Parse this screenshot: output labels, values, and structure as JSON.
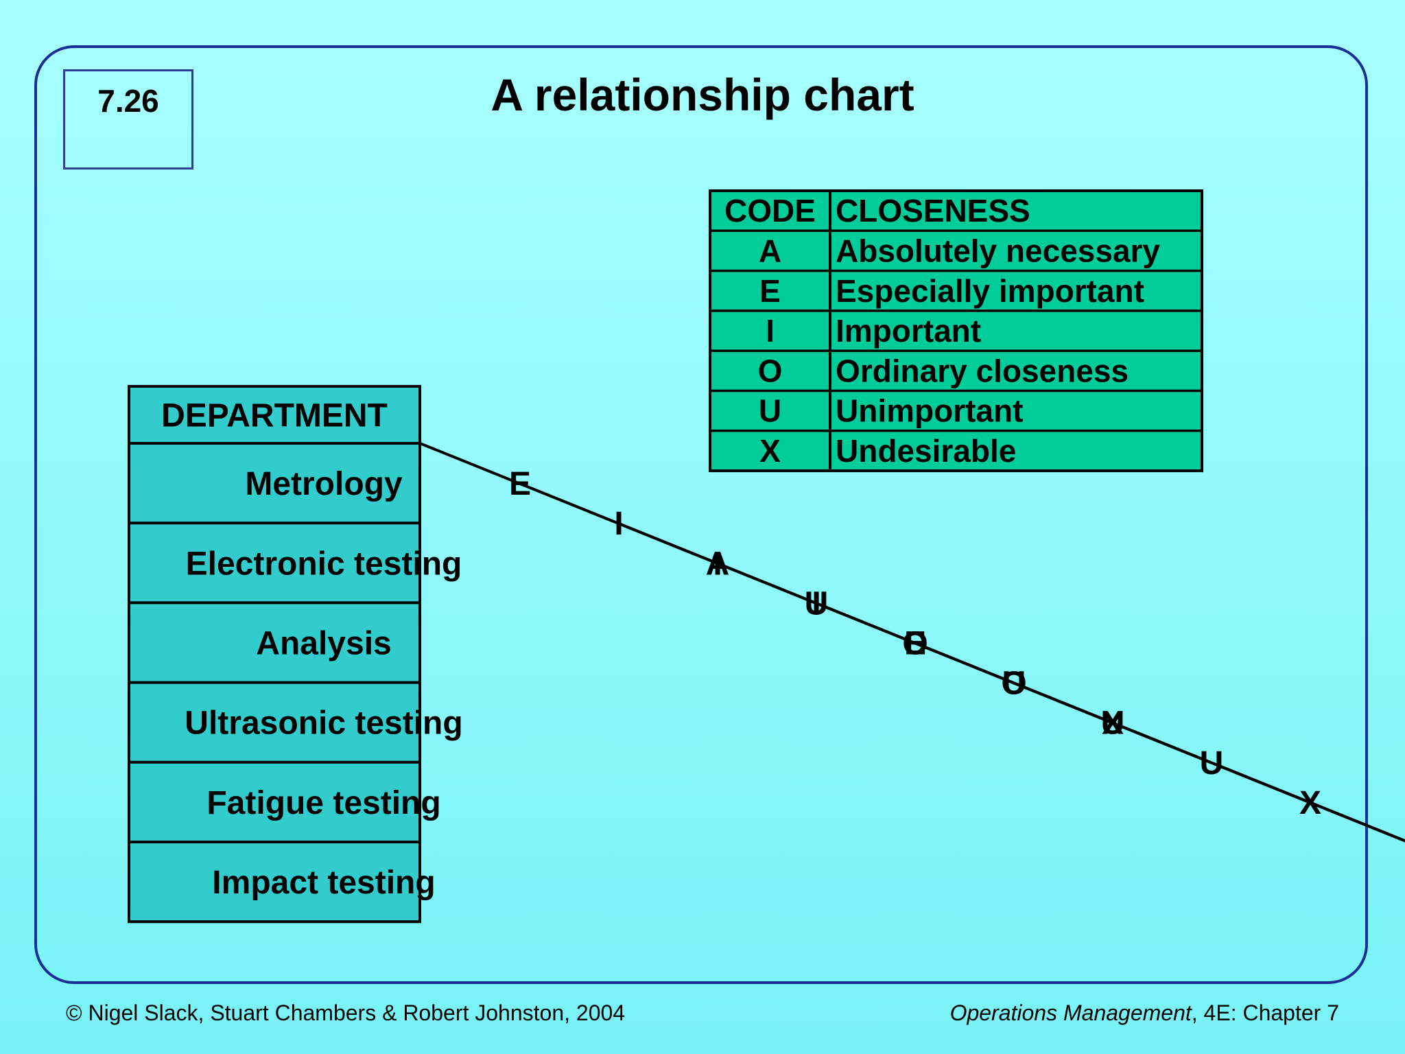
{
  "slide": {
    "number": "7.26",
    "title": "A relationship chart"
  },
  "legend": {
    "headers": {
      "code": "CODE",
      "closeness": "CLOSENESS"
    },
    "rows": [
      {
        "code": "A",
        "label": "Absolutely necessary"
      },
      {
        "code": "E",
        "label": "Especially important"
      },
      {
        "code": "I",
        "label": "Important"
      },
      {
        "code": "O",
        "label": "Ordinary closeness"
      },
      {
        "code": "U",
        "label": "Unimportant"
      },
      {
        "code": "X",
        "label": "Undesirable"
      }
    ]
  },
  "chart": {
    "header": "DEPARTMENT",
    "departments": [
      "Metrology",
      "Electronic testing",
      "Analysis",
      "Ultrasonic testing",
      "Fatigue testing",
      "Impact testing"
    ],
    "relationships": [
      [
        "E",
        "A",
        "O",
        "X",
        "X"
      ],
      [
        "I",
        "U",
        "U",
        "U"
      ],
      [
        "I",
        "O",
        "U"
      ],
      [
        "I",
        "O"
      ],
      [
        "E"
      ]
    ],
    "colors": {
      "cell_fill": "#33cccc",
      "legend_fill": "#00cc99",
      "line": "#000000"
    }
  },
  "footer": {
    "copyright": "© Nigel Slack, Stuart Chambers & Robert Johnston, 2004",
    "book_title": "Operations Management",
    "book_suffix": ", 4E: Chapter 7"
  }
}
